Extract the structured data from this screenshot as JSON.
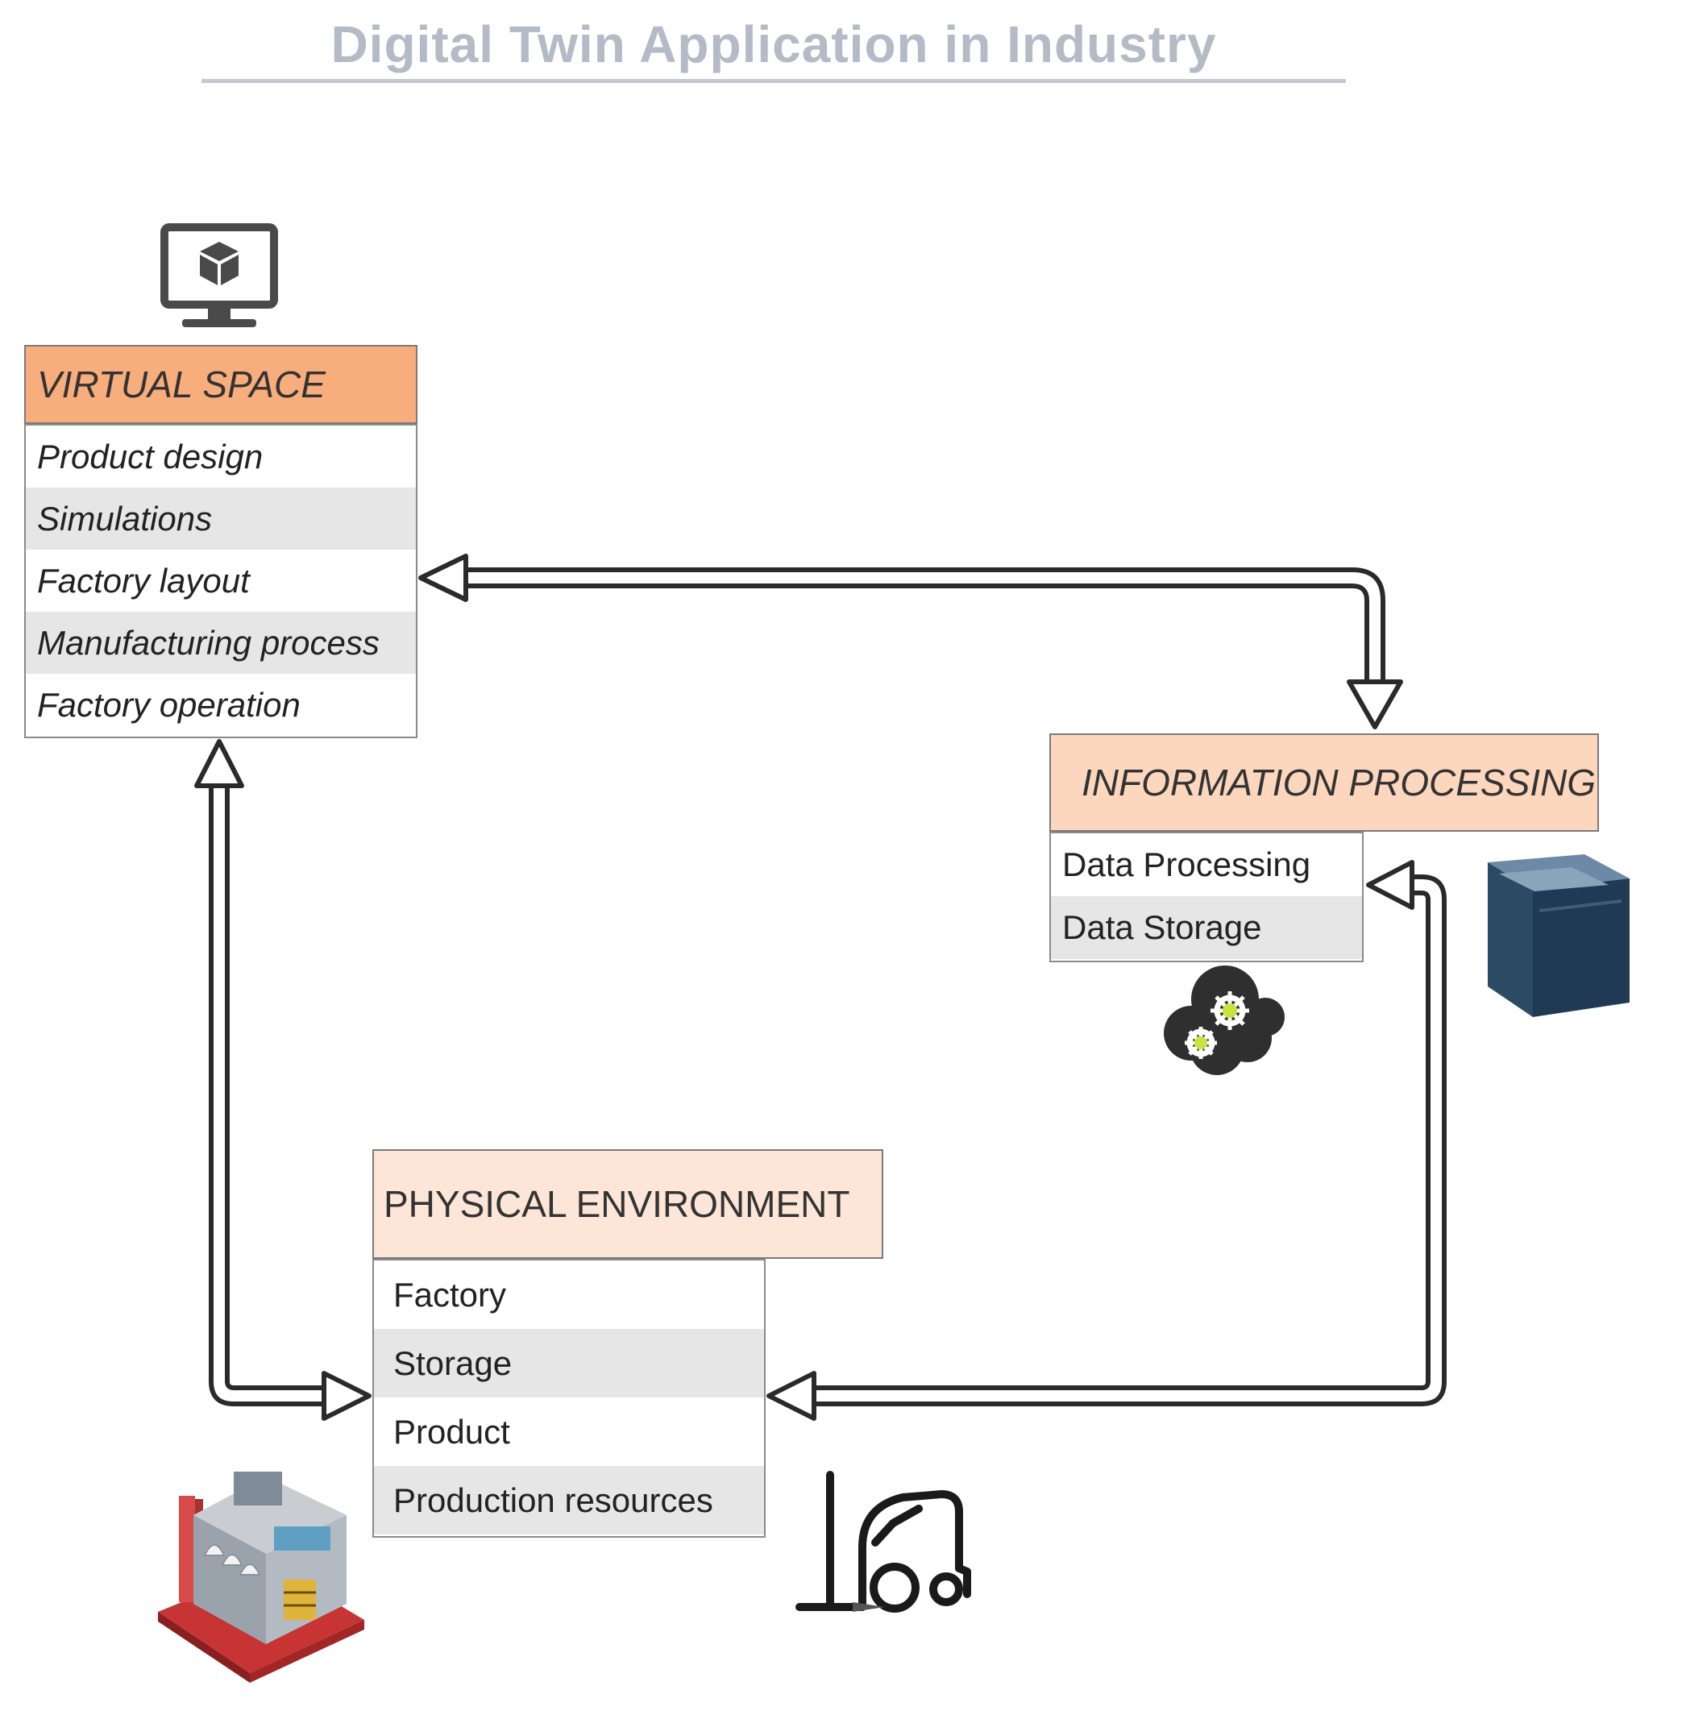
{
  "title": "Digital Twin  Application in Industry",
  "virtual_space": {
    "header": "VIRTUAL SPACE",
    "items": [
      "Product design",
      "Simulations",
      "Factory layout",
      "Manufacturing process",
      "Factory operation"
    ]
  },
  "information_processing": {
    "header": "INFORMATION PROCESSING",
    "items": [
      "Data Processing",
      "Data Storage"
    ]
  },
  "physical_environment": {
    "header": "PHYSICAL ENVIRONMENT",
    "items": [
      "Factory",
      "Storage",
      "Product",
      "Production resources"
    ]
  },
  "icons": [
    "monitor-cube-icon",
    "cloud-gears-icon",
    "server-icon",
    "factory-building-icon",
    "forklift-icon"
  ],
  "colors": {
    "virtual_header": "#f8ad7c",
    "info_header": "#fcd7bd",
    "physical_header": "#fde6d7",
    "alt_row": "#e6e6e6",
    "title": "#b4bac6"
  }
}
